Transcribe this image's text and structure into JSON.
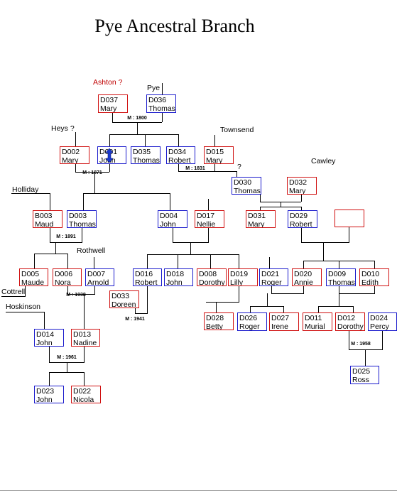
{
  "title": "Pye Ancestral Branch",
  "surnames": {
    "ashton": "Ashton ?",
    "pye": "Pye",
    "heys": "Heys ?",
    "townsend": "Townsend",
    "question": "?",
    "cawley": "Cawley",
    "holliday": "Holliday",
    "rothwell": "Rothwell",
    "cottrell": "Cottrell",
    "hoskinson": "Hoskinson"
  },
  "marriages": {
    "m1800": "M : 1800",
    "m1871": "M : 1871",
    "m1831": "M : 1831",
    "m1891": "M : 1891",
    "m1938": "M : 1938",
    "m1941": "M : 1941",
    "m1961": "M : 1961",
    "m1958": "M : 1958"
  },
  "people": {
    "D037": {
      "id": "D037",
      "name": "Mary"
    },
    "D036": {
      "id": "D036",
      "name": "Thomas"
    },
    "D002": {
      "id": "D002",
      "name": "Mary"
    },
    "D001": {
      "id": "D001",
      "name": "John"
    },
    "D035": {
      "id": "D035",
      "name": "Thomas"
    },
    "D034": {
      "id": "D034",
      "name": "Robert"
    },
    "D015": {
      "id": "D015",
      "name": "Mary"
    },
    "D030": {
      "id": "D030",
      "name": "Thomas"
    },
    "D032": {
      "id": "D032",
      "name": "Mary"
    },
    "B003": {
      "id": "B003",
      "name": "Maud"
    },
    "D003": {
      "id": "D003",
      "name": "Thomas"
    },
    "D004": {
      "id": "D004",
      "name": "John"
    },
    "D017": {
      "id": "D017",
      "name": "Nellie"
    },
    "D031": {
      "id": "D031",
      "name": "Mary"
    },
    "D029": {
      "id": "D029",
      "name": "Robert"
    },
    "D005": {
      "id": "D005",
      "name": "Maude"
    },
    "D006": {
      "id": "D006",
      "name": "Nora"
    },
    "D007": {
      "id": "D007",
      "name": "Arnold"
    },
    "D016": {
      "id": "D016",
      "name": "Robert"
    },
    "D018": {
      "id": "D018",
      "name": "John"
    },
    "D008": {
      "id": "D008",
      "name": "Dorothy"
    },
    "D019": {
      "id": "D019",
      "name": "Lilly"
    },
    "D021": {
      "id": "D021",
      "name": "Roger"
    },
    "D020": {
      "id": "D020",
      "name": "Annie"
    },
    "D009": {
      "id": "D009",
      "name": "Thomas"
    },
    "D010": {
      "id": "D010",
      "name": "Edith"
    },
    "D033": {
      "id": "D033",
      "name": "Doreen"
    },
    "D028": {
      "id": "D028",
      "name": "Betty"
    },
    "D026": {
      "id": "D026",
      "name": "Roger"
    },
    "D027": {
      "id": "D027",
      "name": "Irene"
    },
    "D011": {
      "id": "D011",
      "name": "Murial"
    },
    "D012": {
      "id": "D012",
      "name": "Dorothy"
    },
    "D024": {
      "id": "D024",
      "name": "Percy"
    },
    "D014": {
      "id": "D014",
      "name": "John"
    },
    "D013": {
      "id": "D013",
      "name": "Nadine"
    },
    "D025": {
      "id": "D025",
      "name": "Ross"
    },
    "D023": {
      "id": "D023",
      "name": "John"
    },
    "D022": {
      "id": "D022",
      "name": "Nicola"
    }
  },
  "colors": {
    "male_border": "#1a1acc",
    "female_border": "#d01010",
    "surname_highlight": "#c00000",
    "cursor": "#1a3ad0"
  }
}
